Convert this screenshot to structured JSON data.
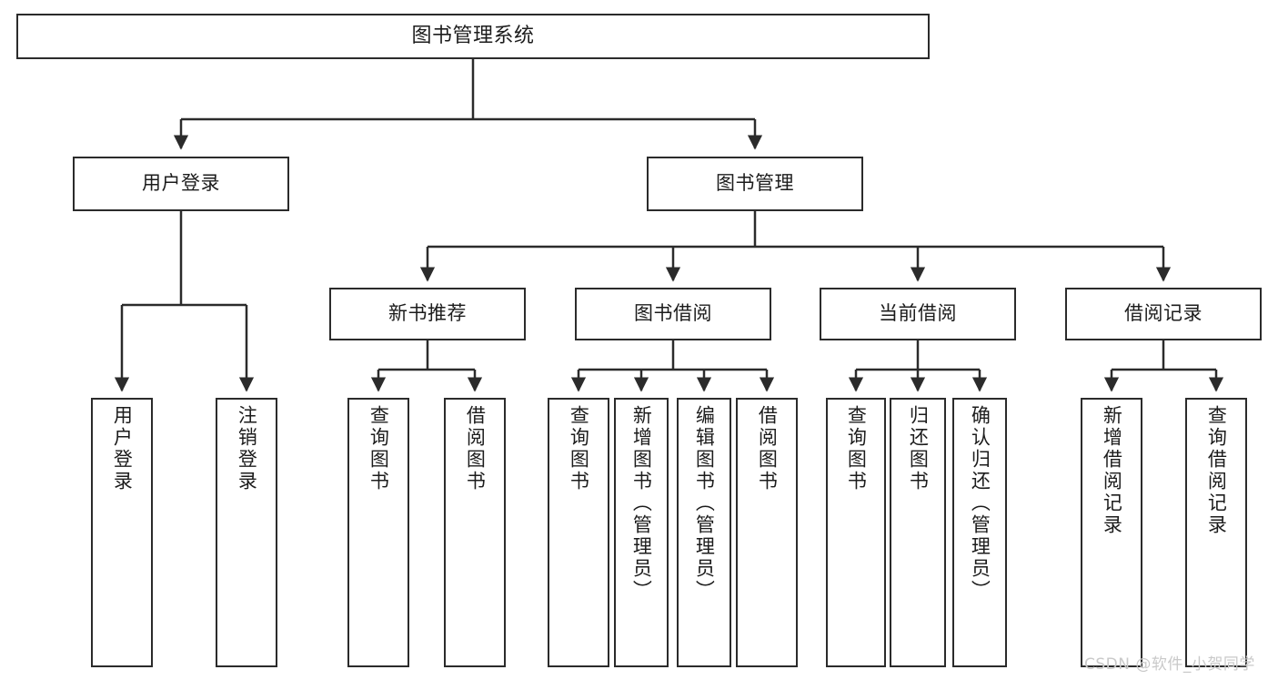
{
  "diagram": {
    "title": "图书管理系统",
    "type": "hierarchy-tree",
    "levels": 4,
    "colors": {
      "background": "#ffffff",
      "node_border": "#2b2b2b",
      "node_fill": "#ffffff",
      "edge": "#2b2b2b",
      "text": "#1c1c1c",
      "watermark": "#c9c9c9"
    }
  },
  "nodes": {
    "root": {
      "label": "图书管理系统"
    },
    "level2": [
      {
        "label": "用户登录"
      },
      {
        "label": "图书管理"
      }
    ],
    "level3": [
      {
        "label": "新书推荐"
      },
      {
        "label": "图书借阅"
      },
      {
        "label": "当前借阅"
      },
      {
        "label": "借阅记录"
      }
    ],
    "leaves": {
      "user_login": [
        {
          "label": "用户登录"
        },
        {
          "label": "注销登录"
        }
      ],
      "new_book": [
        {
          "label": "查询图书"
        },
        {
          "label": "借阅图书"
        }
      ],
      "book_borrow": [
        {
          "label": "查询图书"
        },
        {
          "label": "新增图书（管理员）"
        },
        {
          "label": "编辑图书（管理员）"
        },
        {
          "label": "借阅图书"
        }
      ],
      "current_borrow": [
        {
          "label": "查询图书"
        },
        {
          "label": "归还图书"
        },
        {
          "label": "确认归还（管理员）"
        }
      ],
      "borrow_record": [
        {
          "label": "新增借阅记录"
        },
        {
          "label": "查询借阅记录"
        }
      ]
    }
  },
  "watermark": {
    "text": "CSDN @软件_小贺同学"
  }
}
